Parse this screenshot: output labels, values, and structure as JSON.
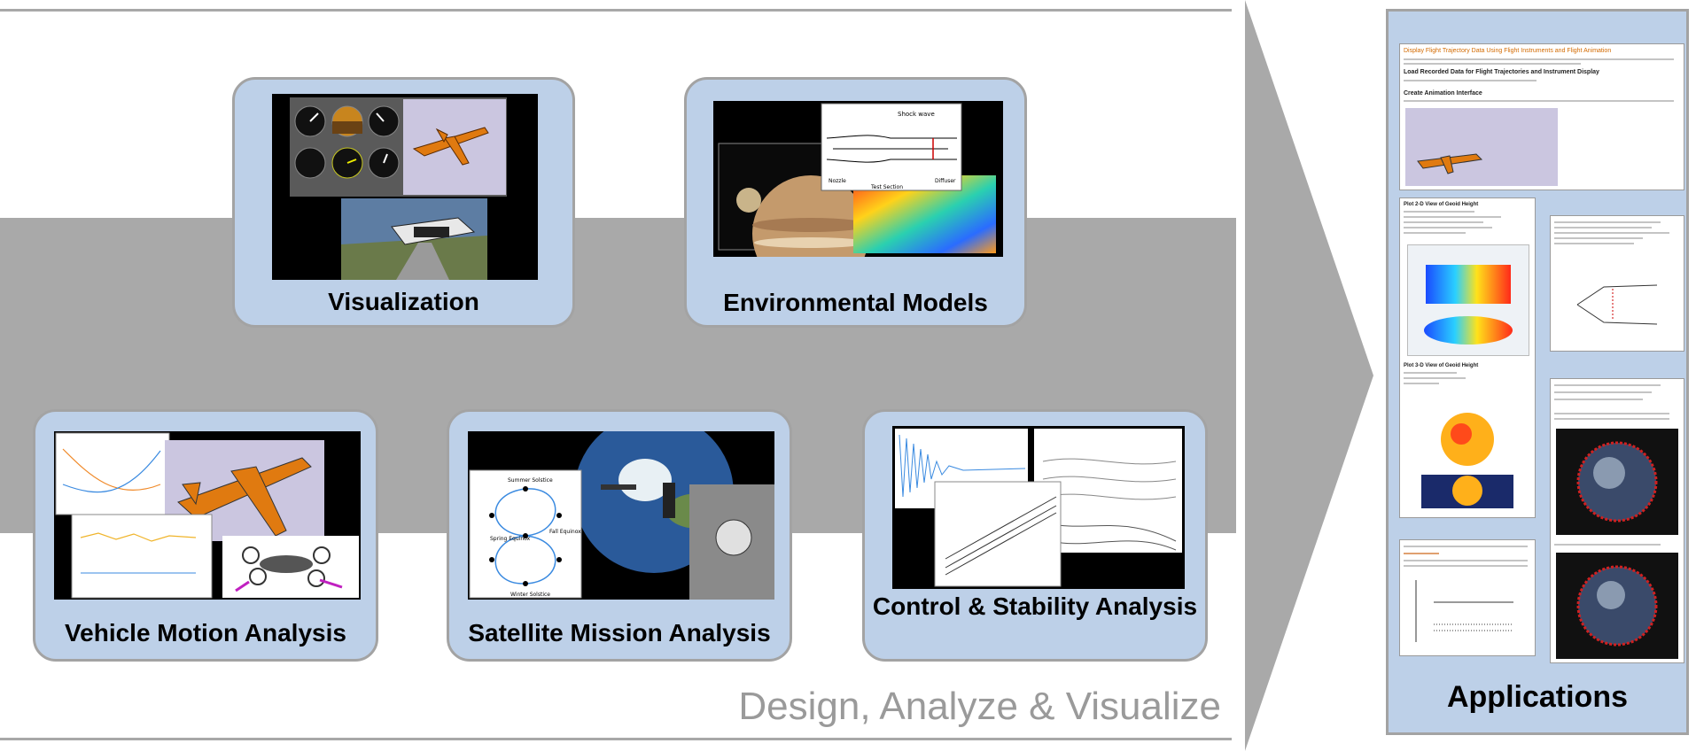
{
  "cards": {
    "visualization": "Visualization",
    "environmental": "Environmental Models",
    "vehicle_motion": "Vehicle Motion Analysis",
    "satellite": "Satellite Mission Analysis",
    "control_stability": "Control & Stability Analysis"
  },
  "footer": "Design, Analyze & Visualize",
  "applications": {
    "title": "Applications",
    "doc1_title": "Display Flight Trajectory Data Using Flight Instruments and Flight Animation",
    "doc1_heading1": "Load Recorded Data for Flight Trajectories and Instrument Display",
    "doc1_heading2": "Create Animation Interface",
    "doc2_heading": "Plot 2-D View of Geoid Height",
    "doc2_heading2": "Plot 3-D View of Geoid Height"
  },
  "thumbnails": {
    "env_shock_wave": "Shock wave",
    "env_nozzle": "Nozzle",
    "env_test_section": "Test Section",
    "env_diffuser": "Diffuser",
    "sat_summer": "Summer Solstice",
    "sat_spring": "Spring Equinox",
    "sat_fall": "Fall Equinox",
    "sat_winter": "Winter Solstice"
  },
  "colors": {
    "card_bg": "#bdd0e8",
    "band": "#a9a9a9",
    "footer_text": "#9a9a9a",
    "plane_orange": "#e07a10"
  }
}
